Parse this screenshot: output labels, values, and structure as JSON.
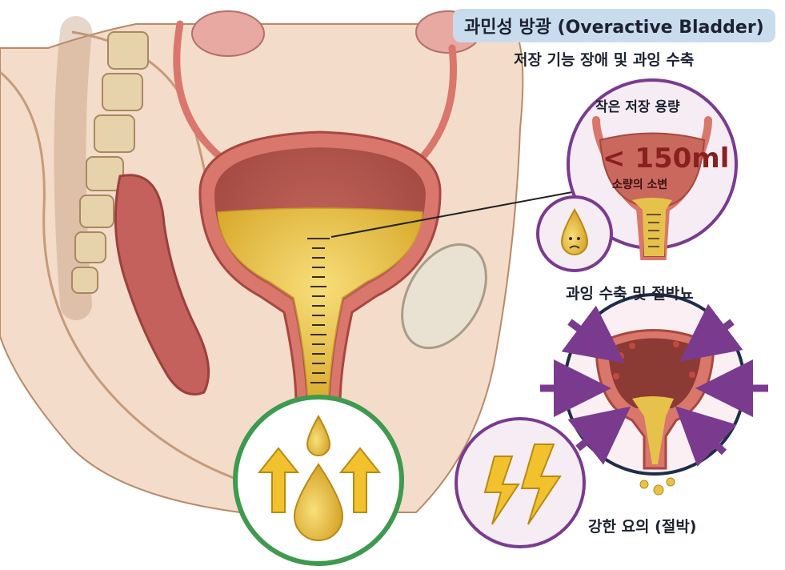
{
  "header": {
    "title": "과민성 방광 (Overactive Bladder)",
    "subtitle": "저장 기능 장애 및 과잉 수축"
  },
  "panels": {
    "small_capacity": {
      "label": "작은 저장 용량",
      "volume": "< 150ml",
      "volume_caption": "소량의 소변",
      "icon": "sad-droplet-icon"
    },
    "overactivity": {
      "label": "과잉 수축 및 절박뇨",
      "icon": "inward-arrows-icon"
    },
    "urgency": {
      "label": "강한 요의 (절박)",
      "icon": "lightning-bolt-icon"
    },
    "frequency_icon": "upward-arrows-droplets-icon"
  },
  "colors": {
    "title_bg": "#c9dcee",
    "tissue": "#f1d3bd",
    "bladder_wall": "#d9776c",
    "urine": "#e6c24a",
    "green_ring": "#3e9a4e",
    "purple": "#7a3b8f",
    "yellow_arrow": "#f2c12e"
  }
}
